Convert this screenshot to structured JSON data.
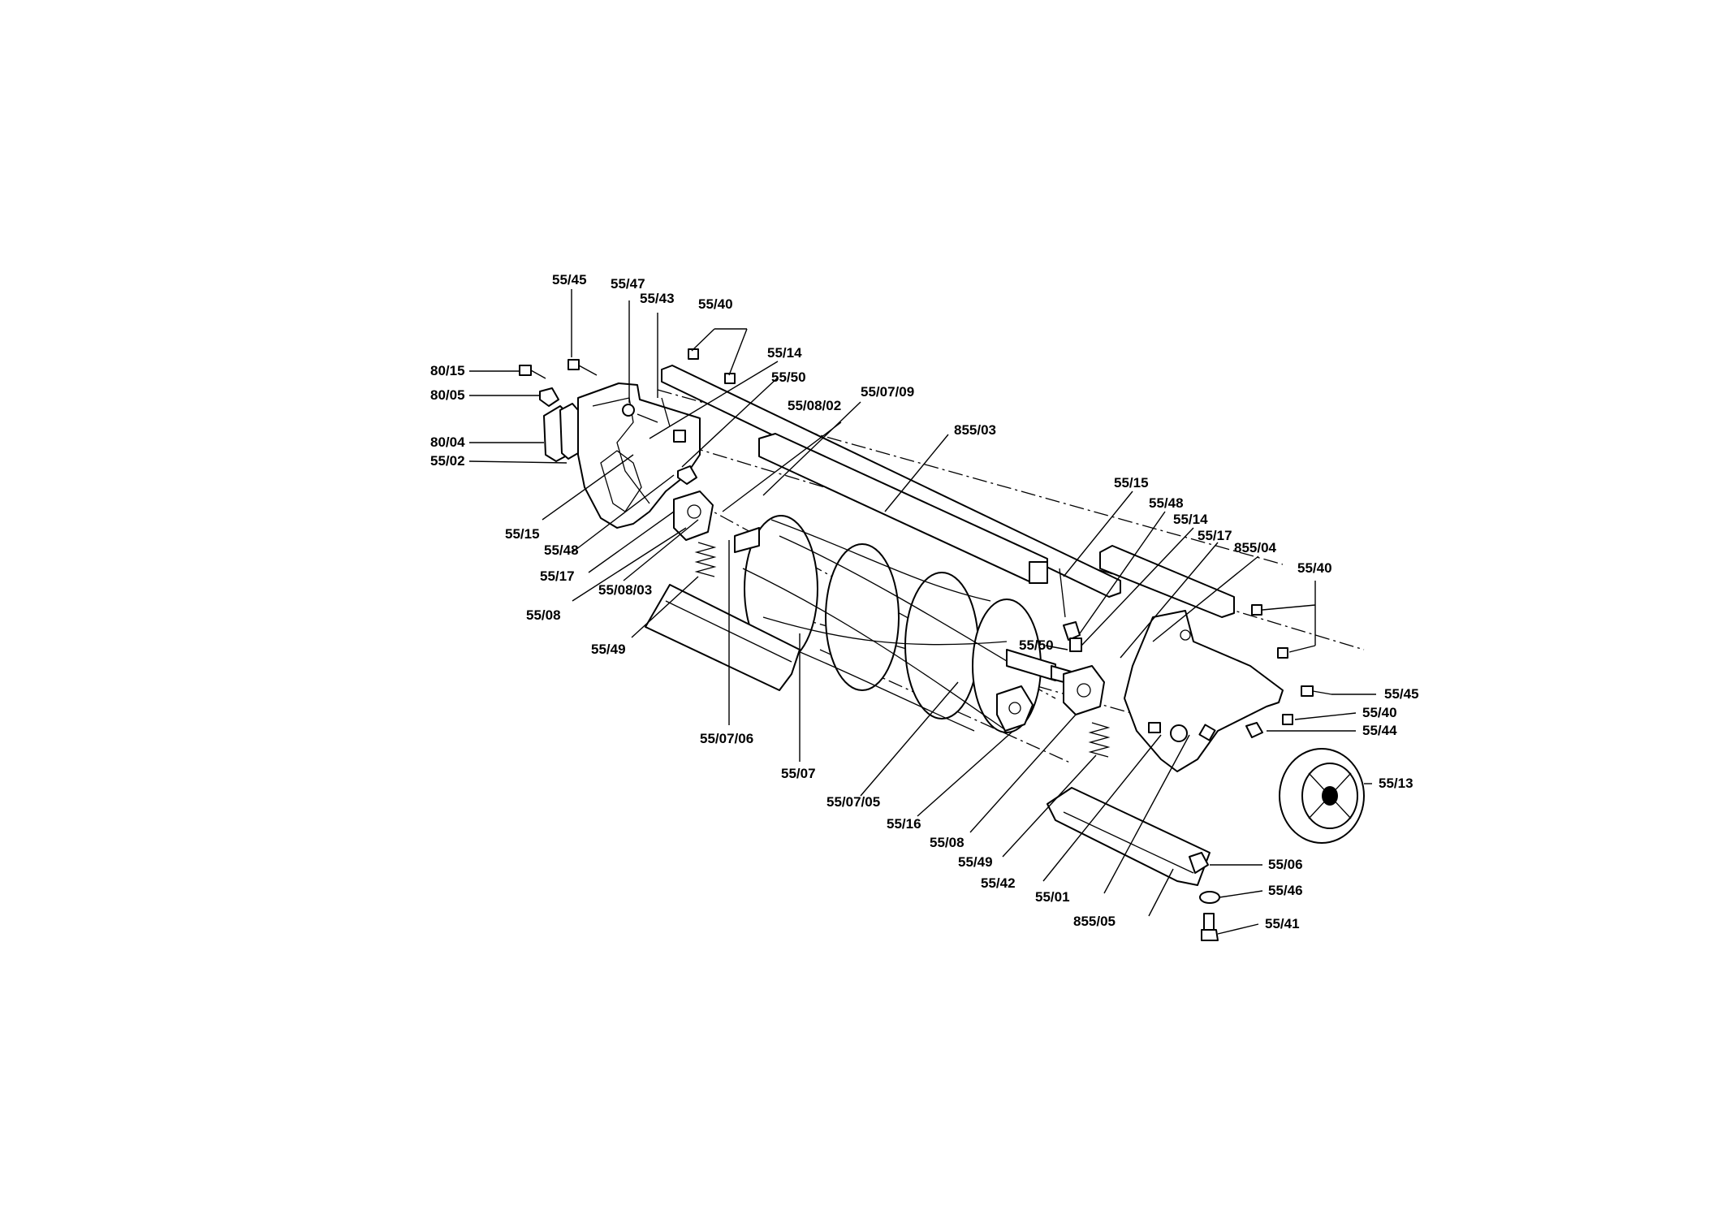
{
  "labels": {
    "l55_45_top": "55/45",
    "l55_47": "55/47",
    "l55_43": "55/43",
    "l55_40_top": "55/40",
    "l80_15": "80/15",
    "l80_05": "80/05",
    "l80_04": "80/04",
    "l55_02": "55/02",
    "l55_14_left": "55/14",
    "l55_50_left": "55/50",
    "l55_07_09": "55/07/09",
    "l55_08_02": "55/08/02",
    "l855_03": "855/03",
    "l55_15_left": "55/15",
    "l55_48_left": "55/48",
    "l55_17_left": "55/17",
    "l55_08_left": "55/08",
    "l55_08_03": "55/08/03",
    "l55_49_left": "55/49",
    "l55_07_06": "55/07/06",
    "l55_07": "55/07",
    "l55_07_05": "55/07/05",
    "l55_16": "55/16",
    "l55_08_right": "55/08",
    "l55_49_right": "55/49",
    "l55_42": "55/42",
    "l55_01": "55/01",
    "l855_05": "855/05",
    "l55_15_right": "55/15",
    "l55_48_right": "55/48",
    "l55_14_right": "55/14",
    "l55_17_right": "55/17",
    "l855_04": "855/04",
    "l55_40_right": "55/40",
    "l55_50_right": "55/50",
    "l55_45_right": "55/45",
    "l55_40_mid": "55/40",
    "l55_44": "55/44",
    "l55_13": "55/13",
    "l55_06": "55/06",
    "l55_46": "55/46",
    "l55_41": "55/41"
  }
}
